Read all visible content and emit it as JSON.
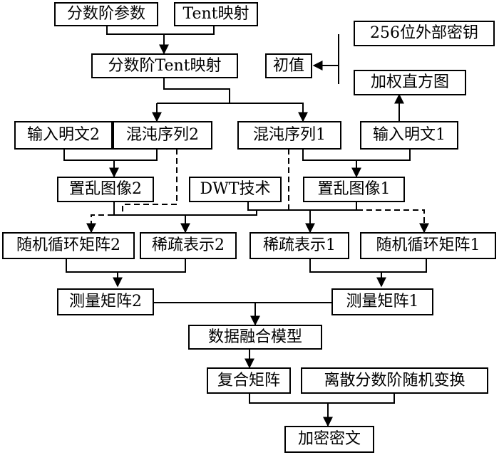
{
  "nodes": {
    "frac_params": "分数阶参数",
    "tent_map": "Tent映射",
    "frac_tent_map": "分数阶Tent映射",
    "init_value": "初值",
    "ext_key": "256位外部密钥",
    "weighted_hist": "加权直方图",
    "plain2": "输入明文2",
    "chaos2": "混沌序列2",
    "chaos1": "混沌序列1",
    "plain1": "输入明文1",
    "scramble2": "置乱图像2",
    "dwt": "DWT技术",
    "scramble1": "置乱图像1",
    "rcm2": "随机循环矩阵2",
    "sparse2": "稀疏表示2",
    "sparse1": "稀疏表示1",
    "rcm1": "随机循环矩阵1",
    "meas2": "测量矩阵2",
    "meas1": "测量矩阵1",
    "fusion": "数据融合模型",
    "composite": "复合矩阵",
    "dfrt": "离散分数阶随机变换",
    "cipher": "加密密文"
  }
}
